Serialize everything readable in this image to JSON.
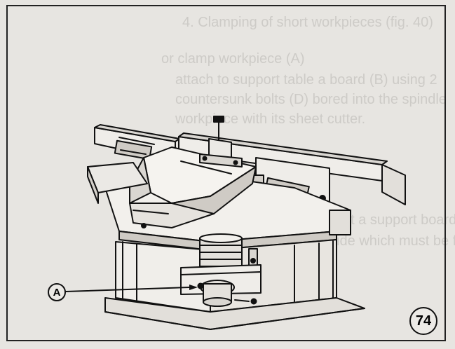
{
  "diagram": {
    "callout_label": "A",
    "figure_number": "74"
  },
  "background_text": [
    "4. Clamping of short workpieces (fig. 40)",
    "or clamp workpiece (A)",
    "attach to support table a board (B) using 2",
    "countersunk bolts (D) bored into the spindle",
    "workpiece with its sheet cutter.",
    "have shown that a support board can be used",
    "for fixing a guide which must be fitted on the table."
  ],
  "colors": {
    "paper": "#e7e5e1",
    "ink": "#111111"
  }
}
